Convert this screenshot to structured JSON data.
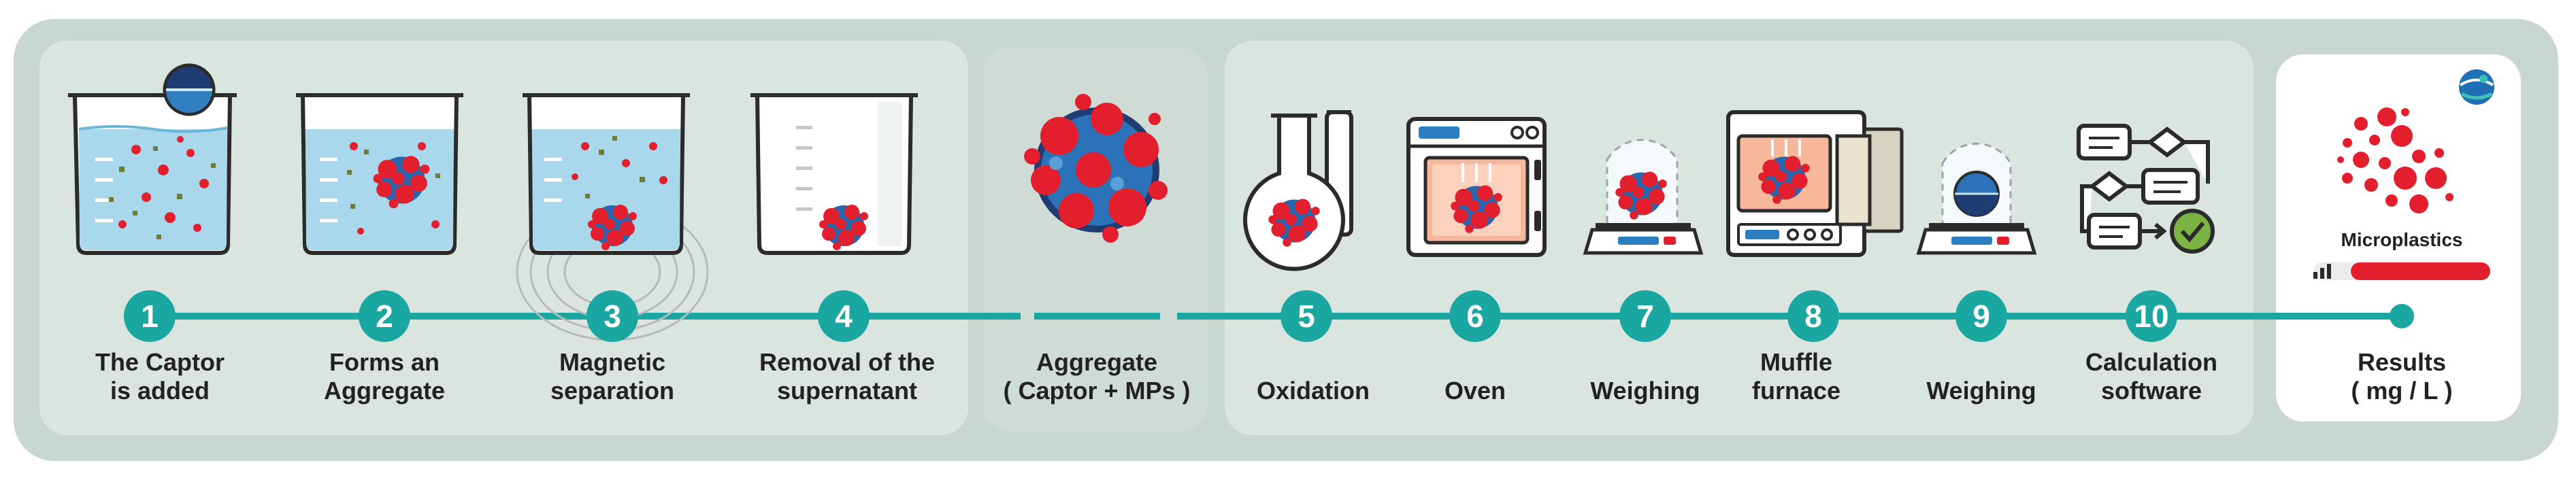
{
  "colors": {
    "teal": "#1aa7a1",
    "outer_panel": "#c9d7d1",
    "inner_panel": "#dbe5e0",
    "captor_panel": "#cfdcd6",
    "water": "#a9d8ec",
    "red": "#e31e2d",
    "navy": "#1f3d73",
    "olive": "#6f7d3a",
    "check_green": "#7cb342"
  },
  "steps": [
    {
      "number": "1",
      "line1": "The Captor",
      "line2": "is added",
      "icon": "beaker-captor-added-icon"
    },
    {
      "number": "2",
      "line1": "Forms an",
      "line2": "Aggregate",
      "icon": "beaker-aggregate-icon"
    },
    {
      "number": "3",
      "line1": "Magnetic",
      "line2": "separation",
      "icon": "beaker-magnet-icon"
    },
    {
      "number": "4",
      "line1": "Removal of the",
      "line2": "supernatant",
      "icon": "beaker-removal-icon"
    },
    {
      "number": "5",
      "line1": "",
      "line2": "Oxidation",
      "icon": "flask-oxidation-icon"
    },
    {
      "number": "6",
      "line1": "",
      "line2": "Oven",
      "icon": "oven-icon"
    },
    {
      "number": "7",
      "line1": "",
      "line2": "Weighing",
      "icon": "scale-aggregate-icon"
    },
    {
      "number": "8",
      "line1": "Muffle",
      "line2": "furnace",
      "icon": "muffle-furnace-icon"
    },
    {
      "number": "9",
      "line1": "",
      "line2": "Weighing",
      "icon": "scale-droplet-icon"
    },
    {
      "number": "10",
      "line1": "Calculation",
      "line2": "software",
      "icon": "flowchart-software-icon"
    }
  ],
  "aggregate": {
    "line1": "Aggregate",
    "line2": "( Captor + MPs )",
    "icon": "aggregate-particle-icon"
  },
  "results": {
    "line1": "Results",
    "line2": "( mg / L )",
    "badge": "Microplastics",
    "icon": "microplastics-dots-icon",
    "logo": "globe-logo-icon"
  }
}
